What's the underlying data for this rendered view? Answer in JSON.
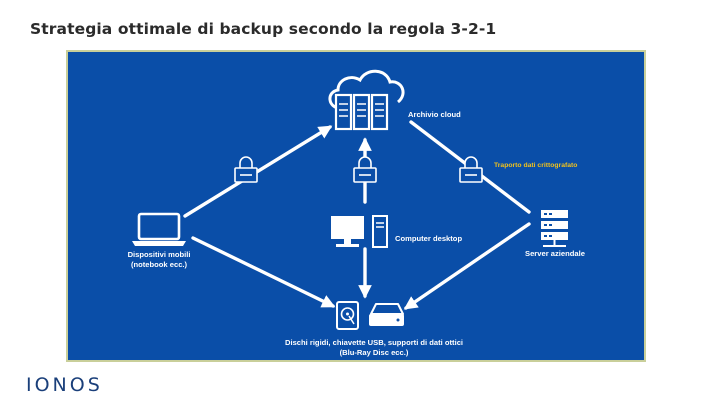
{
  "title": "Strategia ottimale di backup secondo la regola 3-2-1",
  "nodes": {
    "cloud": {
      "label": "Archivio cloud",
      "icon": "cloud-server-icon"
    },
    "desktop": {
      "label": "Computer desktop",
      "icon": "desktop-computer-icon"
    },
    "mobile": {
      "line1": "Dispositivi mobili",
      "line2": "(notebook ecc.)",
      "icon": "laptop-icon"
    },
    "server": {
      "label": "Server aziendale",
      "icon": "server-rack-icon"
    },
    "storage": {
      "line1": "Dischi rigidi, chiavette USB, supporti di dati ottici",
      "line2": "(Blu-Ray Disc ecc.)",
      "icon": "hard-drive-icon"
    }
  },
  "encryption_label": "Traporto dati crittografato",
  "logo": "IONOS",
  "colors": {
    "panel": "#0a4ea8",
    "accent": "#f2c21b",
    "border": "#c9cf9a",
    "logo": "#1a3f7a"
  }
}
